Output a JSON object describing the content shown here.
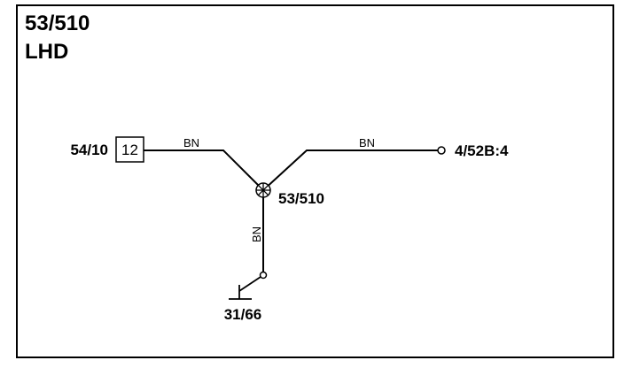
{
  "title": {
    "line1": "53/510",
    "line2": "LHD"
  },
  "connectors": {
    "left_label": "54/10",
    "left_pin": "12",
    "right_label": "4/52B:4",
    "splice_label": "53/510",
    "ground_label": "31/66"
  },
  "wires": {
    "left_color": "BN",
    "right_color": "BN",
    "down_color": "BN"
  }
}
